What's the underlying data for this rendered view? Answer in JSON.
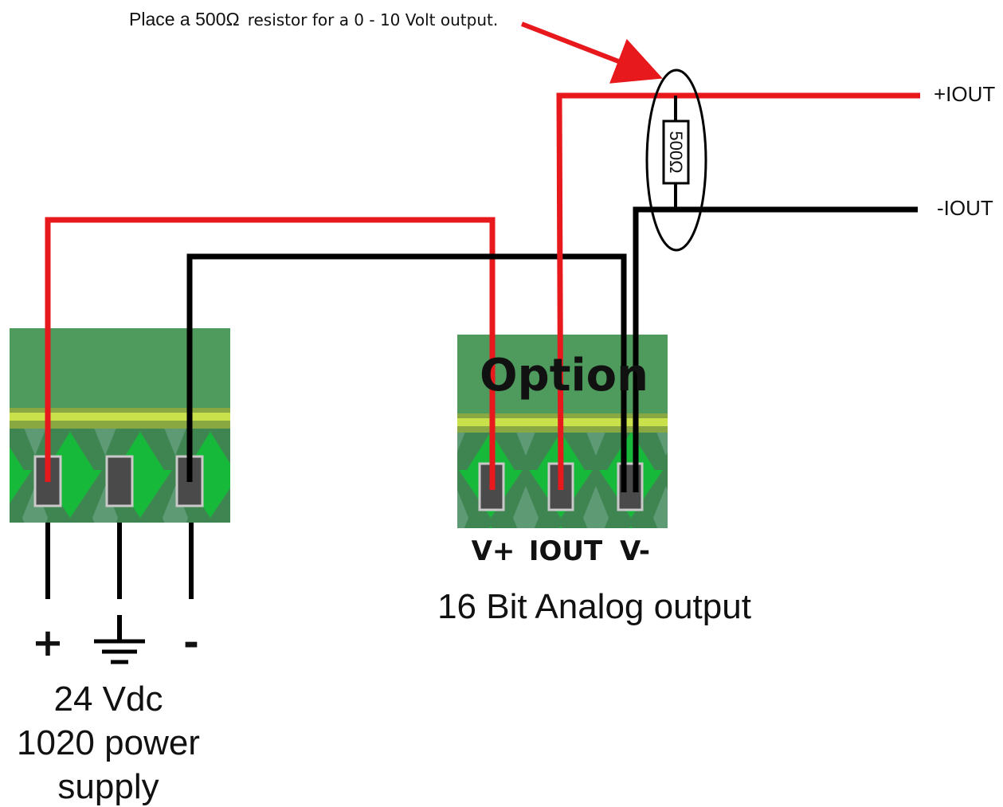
{
  "annotation": {
    "text_part1": "Place a 500Ω",
    "text_part2": "resistor for a 0 - 10 Volt output."
  },
  "resistor": {
    "label": "500Ω"
  },
  "output_leads": {
    "plus": "+IOUT",
    "minus": "-IOUT"
  },
  "option_module": {
    "title": "Option",
    "pins": [
      "V+",
      "IOUT",
      "V-"
    ],
    "caption": "16 Bit Analog output"
  },
  "power_supply": {
    "signs": [
      "+",
      "-"
    ],
    "caption_lines": [
      "24 Vdc",
      "1020 power",
      "supply"
    ]
  },
  "colors": {
    "wire_positive": "#e8191c",
    "wire_negative": "#000000",
    "terminal_green": "#4f9b5e",
    "terminal_dark": "#3d7f52",
    "terminal_stripe": "#b7d33a",
    "terminal_bright": "#16b93a",
    "pin_socket": "#555555"
  }
}
